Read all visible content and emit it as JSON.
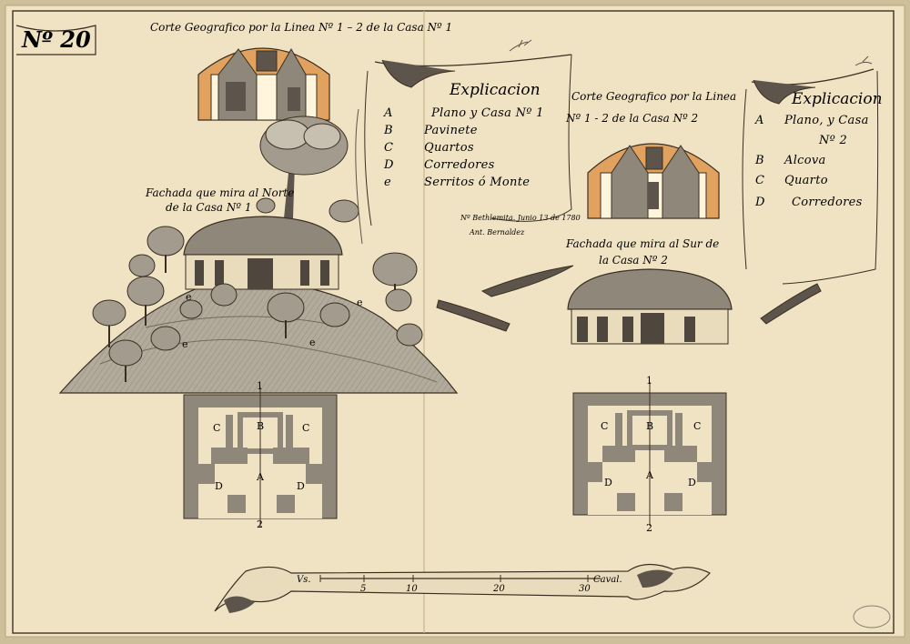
{
  "sheet": {
    "number": "Nº 20",
    "paper_color": "#efe3c3",
    "ink_color": "#3a2e22",
    "wash_color": "#8f877a",
    "ochre_color": "#e0a25e"
  },
  "left_house": {
    "section_title": "Corte Geografico por la Linea Nº 1 – 2 de la Casa Nº 1",
    "facade_title_1": "Fachada que mira al Norte",
    "facade_title_2": "de la Casa Nº 1",
    "explanation": {
      "heading": "Explicacion",
      "items": [
        {
          "letter": "A",
          "text": "Plano y Casa Nº 1"
        },
        {
          "letter": "B",
          "text": "Pavinete"
        },
        {
          "letter": "C",
          "text": "Quartos"
        },
        {
          "letter": "D",
          "text": "Corredores"
        },
        {
          "letter": "e",
          "text": "Serritos ó Monte"
        }
      ]
    },
    "signature_1": "Nº Bethlemita. Junio 13 de 1780",
    "signature_2": "Ant. Bernaldez",
    "plan_labels": {
      "B": "B",
      "C": "C",
      "A": "A",
      "D": "D",
      "n1": "1",
      "n2": "2"
    },
    "hill_mark": "e"
  },
  "right_house": {
    "section_title_1": "Corte Geografico por la Linea",
    "section_title_2": "Nº 1 - 2 de la Casa Nº 2",
    "facade_title_1": "Fachada que mira al Sur de",
    "facade_title_2": "la Casa Nº 2",
    "explanation": {
      "heading": "Explicacion",
      "items": [
        {
          "letter": "A",
          "text": "Plano, y Casa"
        },
        {
          "letter": "",
          "text": "Nº 2"
        },
        {
          "letter": "B",
          "text": "Alcova"
        },
        {
          "letter": "C",
          "text": "Quarto"
        },
        {
          "letter": "D",
          "text": "Corredores"
        }
      ]
    },
    "plan_labels": {
      "B": "B",
      "C": "C",
      "A": "A",
      "D": "D",
      "n1": "1",
      "n2": "2"
    }
  },
  "scale_bar": {
    "left_text": "Vs.",
    "right_text": "Caval.",
    "ticks": [
      "5",
      "10",
      "20",
      "30"
    ]
  }
}
